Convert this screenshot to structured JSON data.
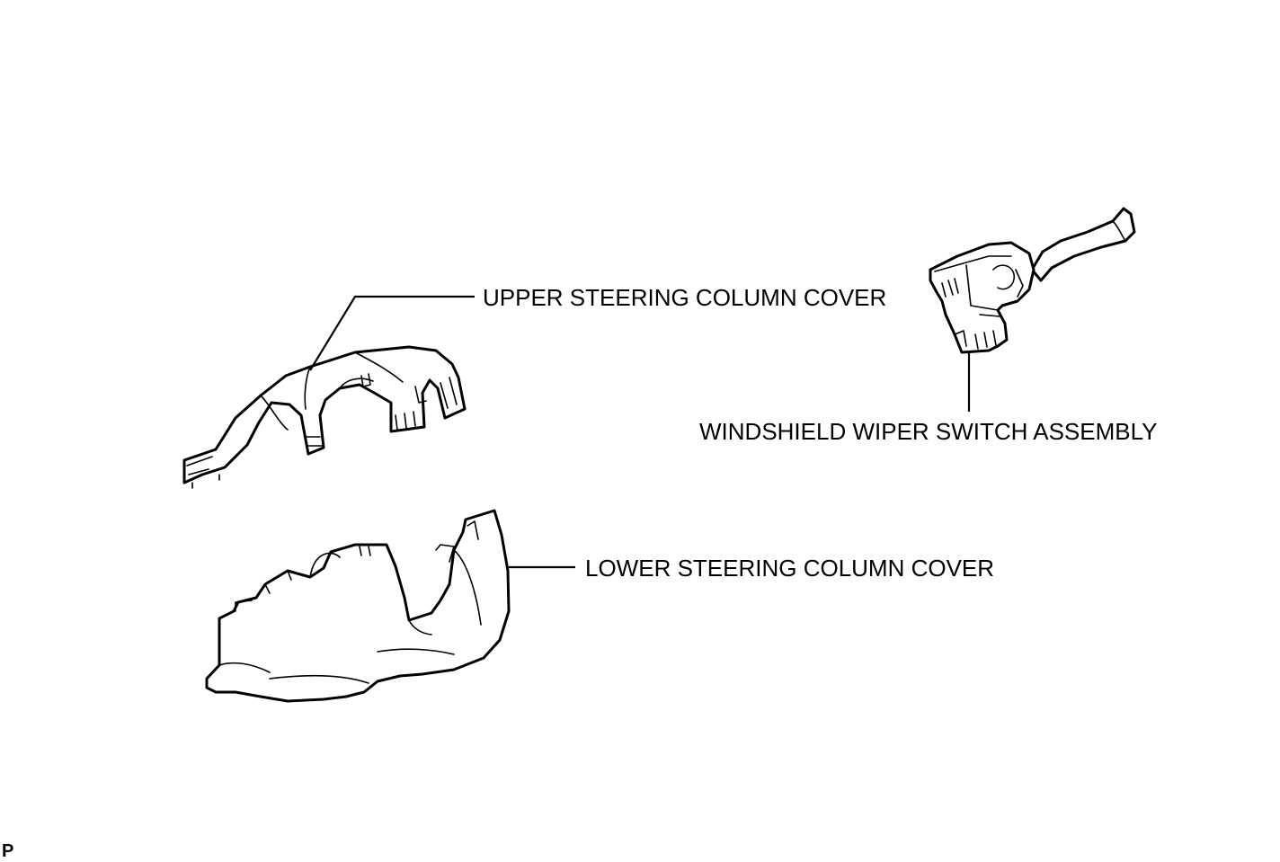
{
  "labels": {
    "upper_cover": "UPPER STEERING COLUMN COVER",
    "wiper_switch": "WINDSHIELD WIPER SWITCH ASSEMBLY",
    "lower_cover": "LOWER STEERING COLUMN COVER"
  },
  "corner_code": "P",
  "colors": {
    "line": "#000000",
    "background": "#ffffff"
  }
}
